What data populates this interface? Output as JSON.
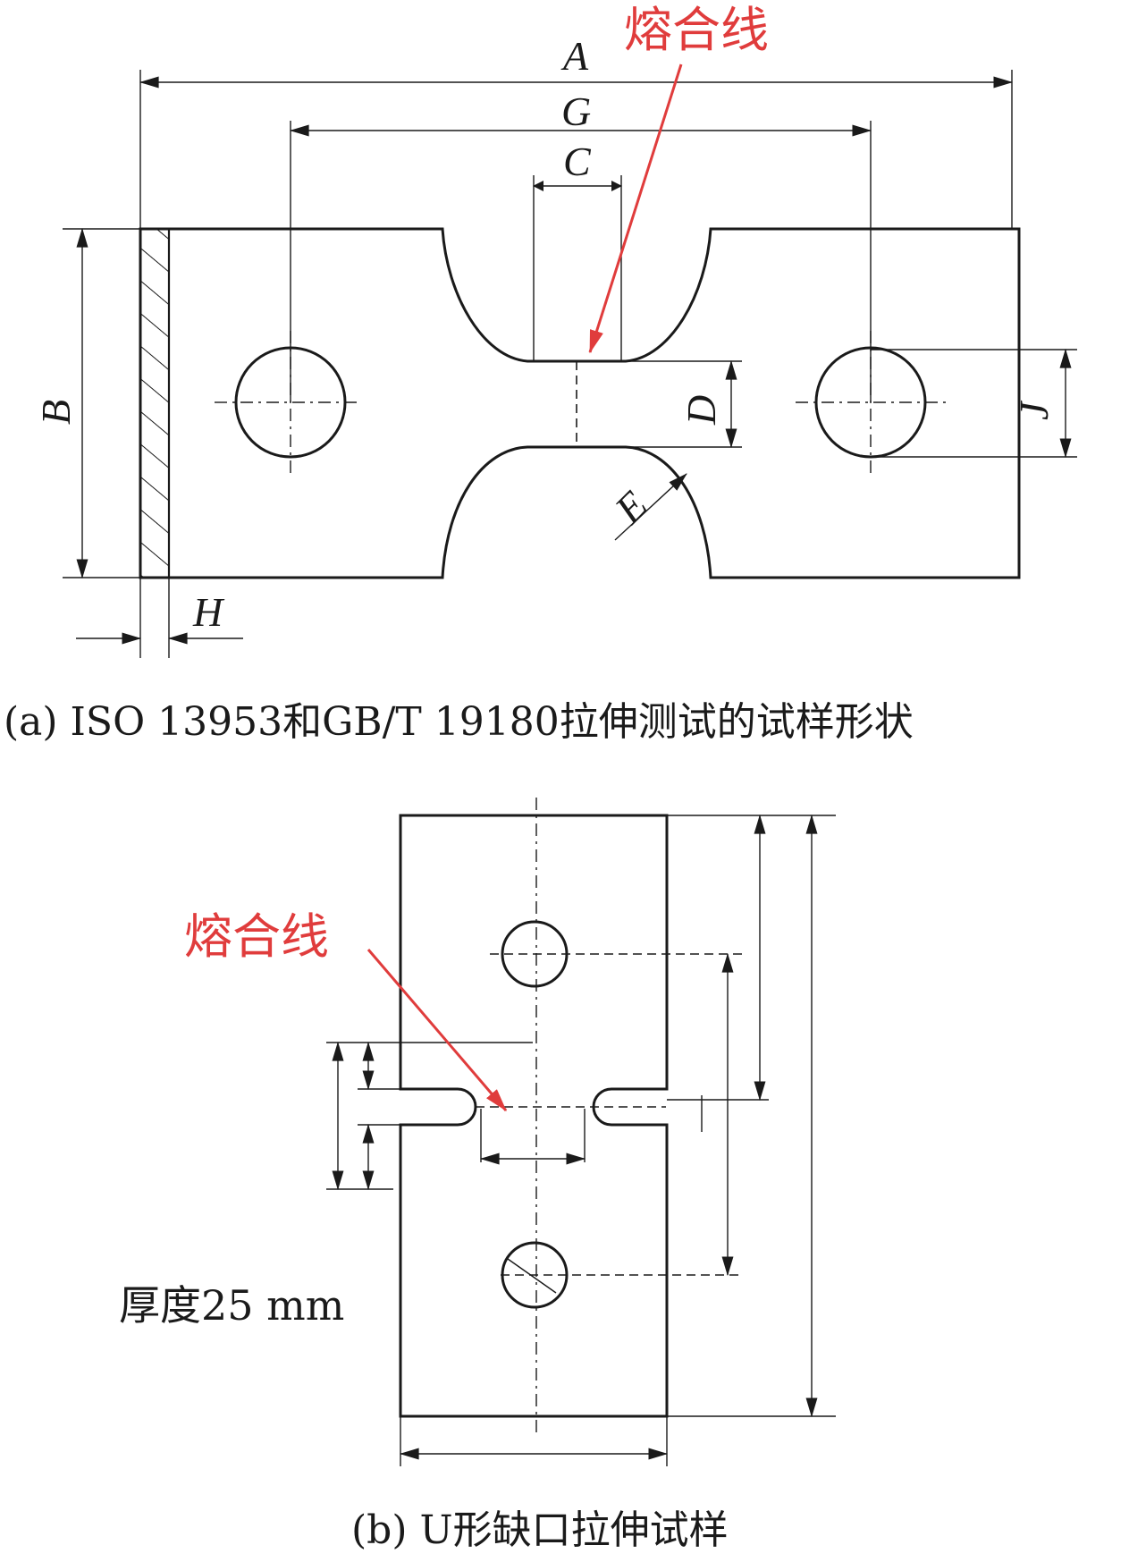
{
  "figure_a": {
    "fusion_label": "熔合线",
    "dim_labels": {
      "A": "A",
      "G": "G",
      "C": "C",
      "B": "B",
      "D": "D",
      "E": "E",
      "J": "J",
      "H": "H"
    },
    "caption": "(a) ISO 13953和GB/T 19180拉伸测试的试样形状"
  },
  "figure_b": {
    "fusion_label": "熔合线",
    "thickness_note": "厚度25 mm",
    "caption": "(b) U形缺口拉伸试样"
  },
  "colors": {
    "line": "#1a1a1a",
    "annotation": "#e03c3c"
  }
}
